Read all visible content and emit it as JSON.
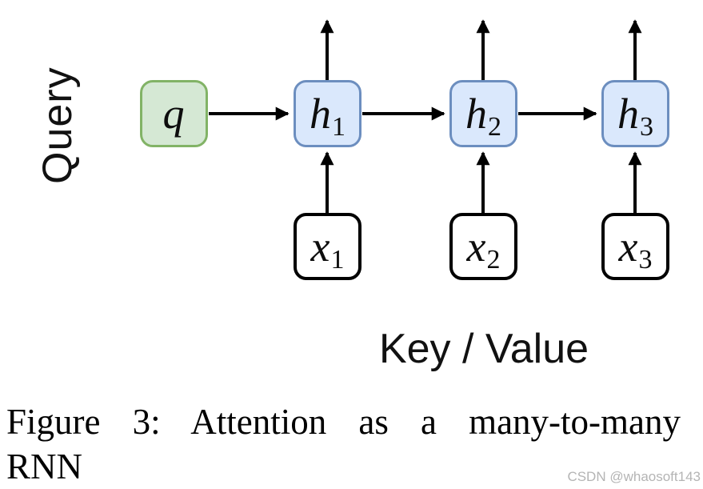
{
  "labels": {
    "query": "Query",
    "key_value": "Key / Value"
  },
  "nodes": {
    "q": {
      "base": "q",
      "sub": ""
    },
    "h1": {
      "base": "h",
      "sub": "1"
    },
    "h2": {
      "base": "h",
      "sub": "2"
    },
    "h3": {
      "base": "h",
      "sub": "3"
    },
    "x1": {
      "base": "x",
      "sub": "1"
    },
    "x2": {
      "base": "x",
      "sub": "2"
    },
    "x3": {
      "base": "x",
      "sub": "3"
    }
  },
  "edges": [
    "q -> h1",
    "h1 -> h2",
    "h2 -> h3",
    "x1 -> h1",
    "x2 -> h2",
    "x3 -> h3",
    "h1 -> output",
    "h2 -> output",
    "h3 -> output"
  ],
  "caption": {
    "line1": "Figure 3:  Attention as a many-to-many",
    "line2": "RNN"
  },
  "watermark": "CSDN @whaosoft143",
  "colors": {
    "query_fill": "#d5e8d4",
    "query_border": "#82b366",
    "hidden_fill": "#dae8fc",
    "hidden_border": "#6c8ebf",
    "input_fill": "#ffffff",
    "input_border": "#000000",
    "arrow": "#000000",
    "watermark": "#b4b4b4"
  }
}
